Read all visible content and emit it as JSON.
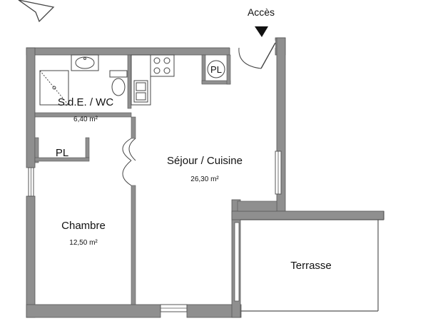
{
  "plan": {
    "access_label": "Accès",
    "rooms": {
      "sde": {
        "name": "S.d.E. / WC",
        "area": "6,40 m²"
      },
      "placard_top": {
        "name": "PL"
      },
      "placard_left": {
        "name": "PL"
      },
      "sejour": {
        "name": "Séjour / Cuisine",
        "area": "26,30 m²"
      },
      "chambre": {
        "name": "Chambre",
        "area": "12,50 m²"
      },
      "terrasse": {
        "name": "Terrasse"
      }
    },
    "icons": [
      "north-arrow-icon",
      "access-arrow-icon",
      "sink-icon",
      "shower-icon",
      "toilet-icon",
      "cooktop-icon",
      "kitchen-sink-icon"
    ],
    "colors": {
      "wall": "#8f8f8f",
      "wall_edge": "#555555",
      "line": "#333333",
      "background": "#ffffff"
    }
  }
}
